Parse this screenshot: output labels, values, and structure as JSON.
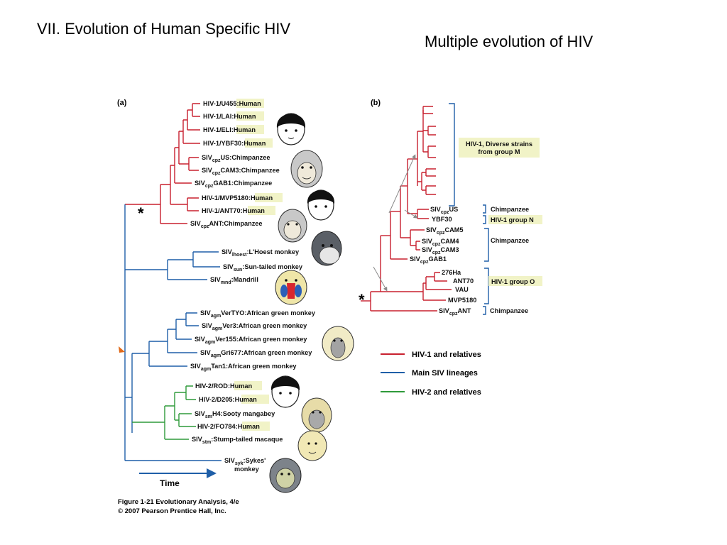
{
  "slide": {
    "title": "VII. Evolution of Human Specific HIV",
    "subtitle": "Multiple evolution of HIV"
  },
  "panel_a": {
    "label": "(a)",
    "star": "*",
    "time_label": "Time",
    "leaves": [
      {
        "name": "HIV-1/U455:",
        "host": "Human",
        "highlight": true,
        "group": "red"
      },
      {
        "name": "HIV-1/LAI:",
        "host": "Human",
        "highlight": true,
        "group": "red"
      },
      {
        "name": "HIV-1/ELI:",
        "host": "Human",
        "highlight": true,
        "group": "red"
      },
      {
        "name": "HIV-1/YBF30:",
        "host": "Human",
        "highlight": true,
        "group": "red"
      },
      {
        "name": "SIV",
        "sub": "cpz",
        "post": "US:",
        "host": "Chimpanzee",
        "group": "red"
      },
      {
        "name": "SIV",
        "sub": "cpz",
        "post": "CAM3:",
        "host": "Chimpanzee",
        "group": "red"
      },
      {
        "name": "SIV",
        "sub": "cpz",
        "post": "GAB1:",
        "host": "Chimpanzee",
        "group": "red"
      },
      {
        "name": "HIV-1/MVP5180:",
        "host": "Human",
        "highlight": true,
        "group": "red"
      },
      {
        "name": "HIV-1/ANT70:",
        "host": "Human",
        "highlight": true,
        "group": "red"
      },
      {
        "name": "SIV",
        "sub": "cpz",
        "post": "ANT:",
        "host": "Chimpanzee",
        "group": "red"
      },
      {
        "name": "SIV",
        "sub": "lhoest",
        "post": ":",
        "host": "L'Hoest monkey",
        "group": "blue"
      },
      {
        "name": "SIV",
        "sub": "sun",
        "post": ":",
        "host": "Sun-tailed monkey",
        "group": "blue"
      },
      {
        "name": "SIV",
        "sub": "mnd",
        "post": ":",
        "host": "Mandrill",
        "group": "blue"
      },
      {
        "name": "SIV",
        "sub": "agm",
        "post": "VerTYO:",
        "host": "African green monkey",
        "group": "blue"
      },
      {
        "name": "SIV",
        "sub": "agm",
        "post": "Ver3:",
        "host": "African green monkey",
        "group": "blue"
      },
      {
        "name": "SIV",
        "sub": "agm",
        "post": "Ver155:",
        "host": "African green monkey",
        "group": "blue"
      },
      {
        "name": "SIV",
        "sub": "agm",
        "post": "Gri677:",
        "host": "African green monkey",
        "group": "blue"
      },
      {
        "name": "SIV",
        "sub": "agm",
        "post": "Tan1:",
        "host": "African green monkey",
        "group": "blue"
      },
      {
        "name": "HIV-2/ROD:",
        "host": "Human",
        "highlight": true,
        "group": "green"
      },
      {
        "name": "HIV-2/D205:",
        "host": "Human",
        "highlight": true,
        "group": "green"
      },
      {
        "name": "SIV",
        "sub": "sm",
        "post": "H4:",
        "host": "Sooty mangabey",
        "group": "green"
      },
      {
        "name": "HIV-2/FO784:",
        "host": "Human",
        "highlight": true,
        "group": "green"
      },
      {
        "name": "SIV",
        "sub": "stm",
        "post": ":",
        "host": "Stump-tailed macaque",
        "group": "green"
      },
      {
        "name": "SIV",
        "sub": "syk",
        "post": ":",
        "host": "Sykes'",
        "host2": "monkey",
        "group": "blue"
      }
    ]
  },
  "panel_b": {
    "label": "(b)",
    "star": "*",
    "leaves": [
      {
        "name": "SIV",
        "sub": "cpz",
        "post": "US"
      },
      {
        "name": "YBF30"
      },
      {
        "name": "SIV",
        "sub": "cpz",
        "post": "CAM5"
      },
      {
        "name": "SIV",
        "sub": "cpz",
        "post": "CAM4"
      },
      {
        "name": "SIV",
        "sub": "cpz",
        "post": "CAM3"
      },
      {
        "name": "SIV",
        "sub": "cpz",
        "post": "GAB1"
      },
      {
        "name": "276Ha"
      },
      {
        "name": "ANT70"
      },
      {
        "name": "VAU"
      },
      {
        "name": "MVP5180"
      },
      {
        "name": "SIV",
        "sub": "cpz",
        "post": "ANT"
      }
    ],
    "groups": [
      {
        "line1": "HIV-1, Diverse strains",
        "line2": "from group M",
        "highlight": true
      },
      {
        "line1": "Chimpanzee"
      },
      {
        "line1": "HIV-1 group N",
        "highlight": true
      },
      {
        "line1": "Chimpanzee"
      },
      {
        "line1": "HIV-1 group O",
        "highlight": true
      },
      {
        "line1": "Chimpanzee"
      }
    ]
  },
  "legend": [
    {
      "label": "HIV-1 and relatives",
      "color": "#c8202f"
    },
    {
      "label": "Main SIV lineages",
      "color": "#1f5fa8"
    },
    {
      "label": "HIV-2 and relatives",
      "color": "#2e9a3a"
    }
  ],
  "caption": {
    "line1": "Figure 1-21  Evolutionary Analysis, 4/e",
    "line2": "© 2007 Pearson Prentice Hall, Inc."
  },
  "colors": {
    "red": "#c8202f",
    "blue": "#1f5fa8",
    "green": "#2e9a3a",
    "highlight": "#f1f3c7",
    "bracket": "#1f5fa8"
  },
  "icons": [
    "human-face-icon",
    "chimpanzee-face-icon",
    "monkey-face-icon",
    "mandrill-face-icon",
    "arrow-icon"
  ]
}
